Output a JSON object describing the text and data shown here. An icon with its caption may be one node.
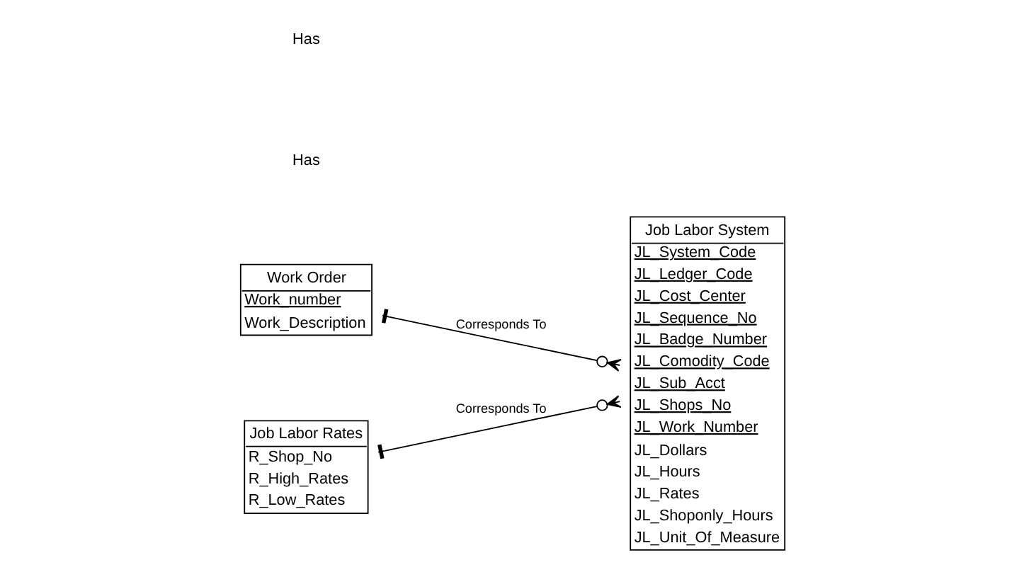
{
  "diagram": {
    "nodes": [
      {
        "text": [
          "Work Order",
          "Work_number",
          "Work_Description"
        ]
      },
      {
        "text": [
          "Job Labor Rates",
          "R_Shop_No",
          "R_High_Rates",
          "R_Low_Rates"
        ]
      },
      {
        "text": [
          "Job Labor System",
          "JL_System_Code",
          "JL_Ledger_Code",
          "JL_Cost_Center",
          "JL_Sequence_No",
          "JL_Badge_Number",
          "JL_Comodity_Code",
          "JL_Sub_Acct",
          "JL_Shops_No",
          "JL_Work_Number",
          "JL_Dollars",
          "JL_Hours",
          "JL_Rates",
          "JL_Shoponly_Hours",
          "JL_Unit_Of_Measure"
        ]
      }
    ],
    "edges": [
      {
        "from": 0,
        "to": 2,
        "arrow": "other",
        "label": "Corresponds To"
      },
      {
        "from": 1,
        "to": 2,
        "arrow": "other",
        "label": "Corresponds To"
      }
    ],
    "labels": [
      "Has",
      "Has"
    ]
  }
}
